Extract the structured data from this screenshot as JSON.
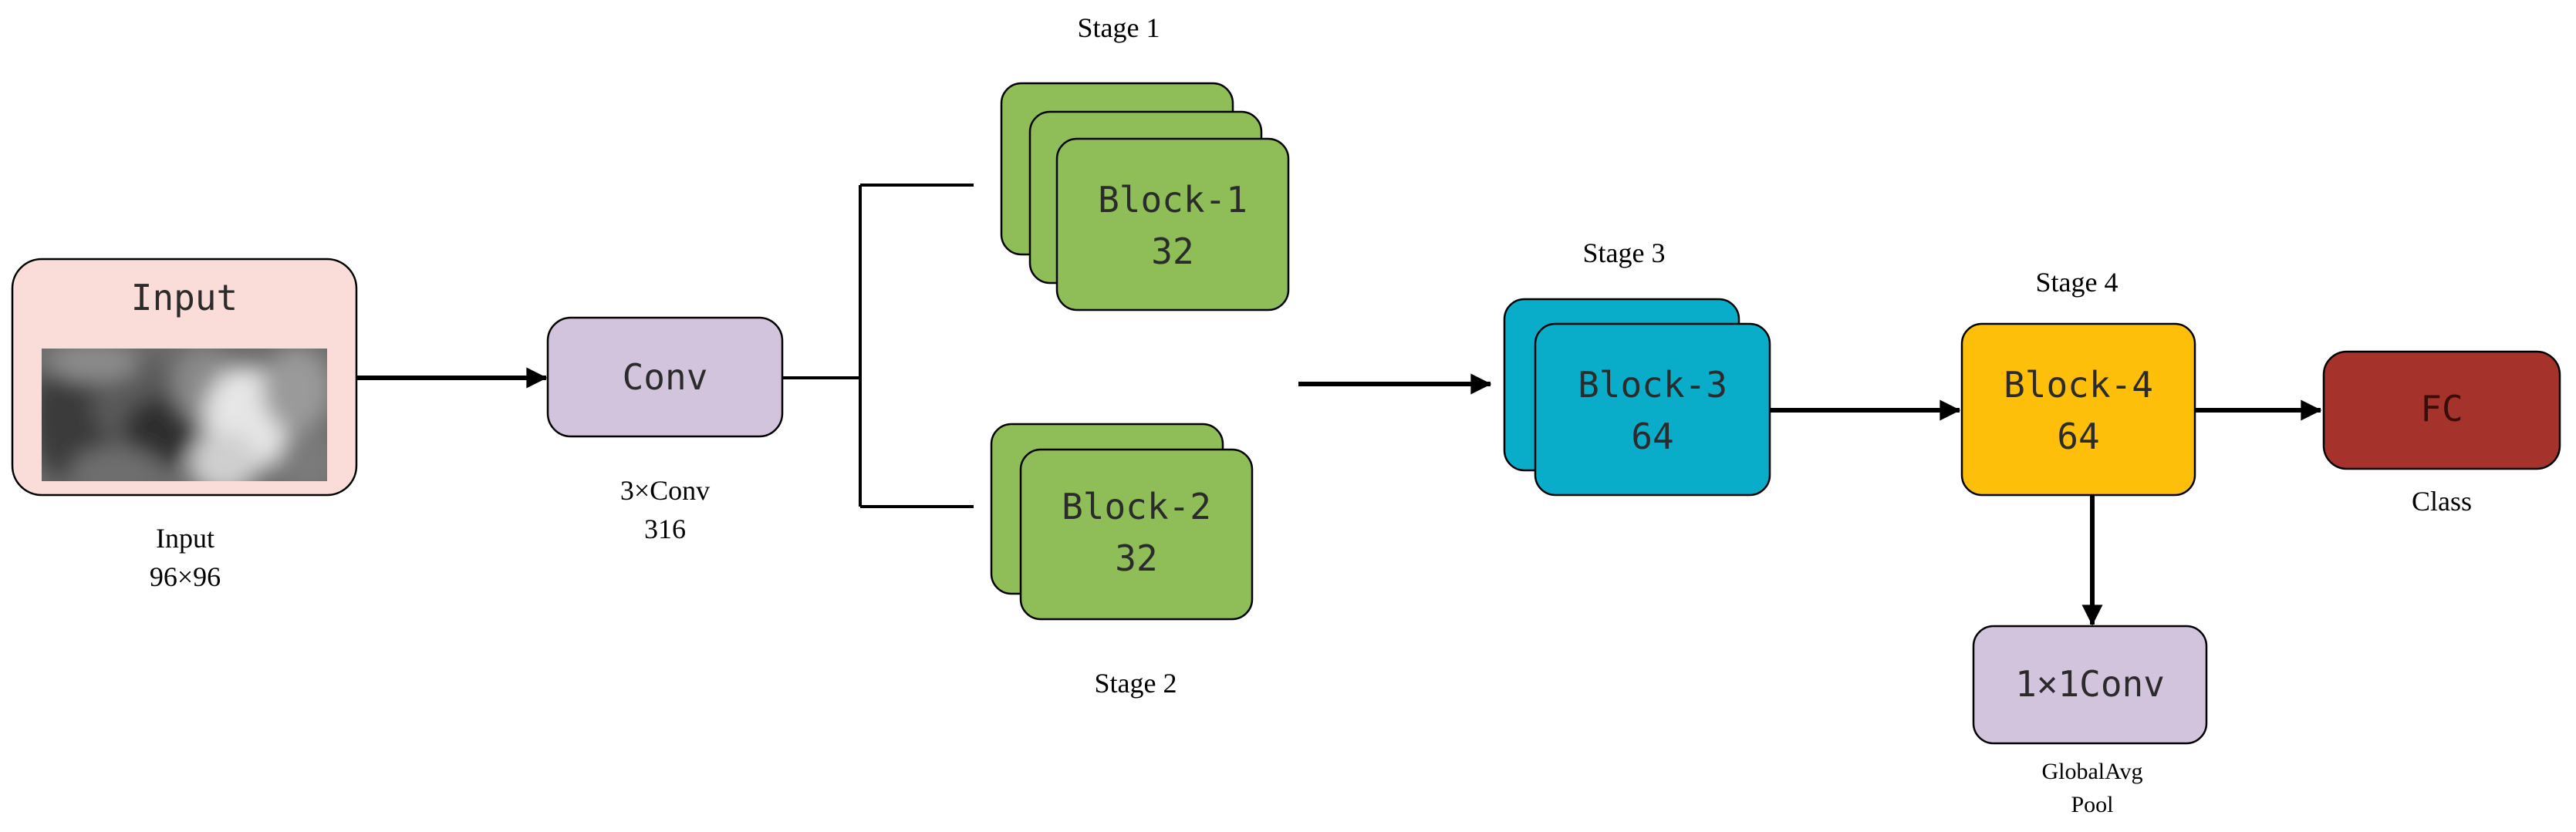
{
  "input": {
    "box_title": "Input",
    "caption_1": "Input",
    "caption_2": "96×96",
    "fill": "#fadcd9"
  },
  "conv": {
    "label": "Conv",
    "caption_1": "3×Conv",
    "caption_2": "316",
    "fill": "#d3c4de"
  },
  "stage1": {
    "title": "Stage 1",
    "block_name": "Block-1",
    "block_value": "32",
    "fill": "#8fbd57"
  },
  "stage2": {
    "title": "Stage 2",
    "block_name": "Block-2",
    "block_value": "32",
    "fill": "#8fbd57"
  },
  "stage3": {
    "title": "Stage 3",
    "block_name": "Block-3",
    "block_value": "64",
    "fill": "#0aadc9"
  },
  "stage4": {
    "title": "Stage 4",
    "block_name": "Block-4",
    "block_value": "64",
    "fill": "#fdbf0a"
  },
  "fc": {
    "label": "FC",
    "caption": "Class",
    "fill": "#a5332b"
  },
  "pool": {
    "label": "1×1Conv",
    "caption_1": "GlobalAvg",
    "caption_2": "Pool",
    "fill": "#d3c4de"
  },
  "icons": [
    "grayscale-input-image",
    "arrow-right-icon",
    "arrow-down-icon"
  ]
}
